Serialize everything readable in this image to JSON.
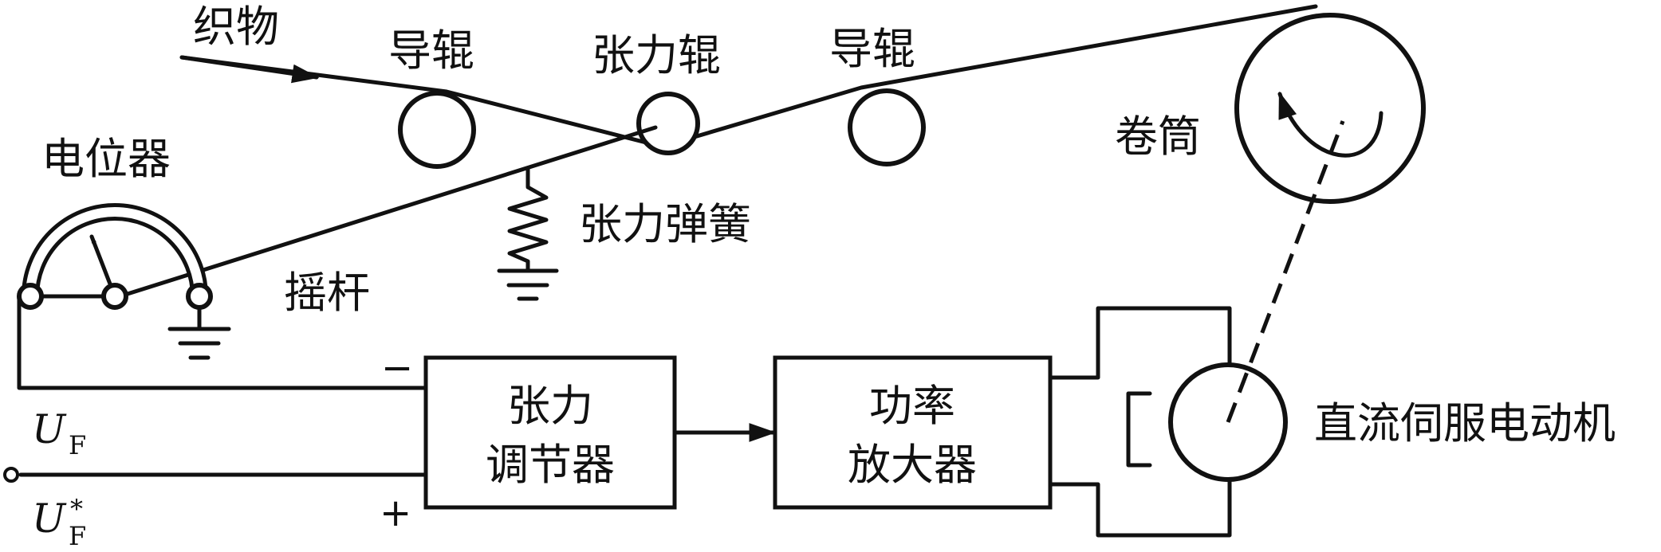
{
  "labels": {
    "fabric": "织物",
    "guide_roll_left": "导辊",
    "tension_roll": "张力辊",
    "guide_roll_right": "导辊",
    "drum": "卷筒",
    "potentiometer": "电位器",
    "tension_spring": "张力弹簧",
    "rocker": "摇杆",
    "motor": "直流伺服电动机"
  },
  "blocks": {
    "regulator_line1": "张力",
    "regulator_line2": "调节器",
    "amplifier_line1": "功率",
    "amplifier_line2": "放大器"
  },
  "signals": {
    "feedback_symbol": "U",
    "feedback_sub": "F",
    "reference_symbol": "U",
    "reference_sub": "F",
    "reference_star": "*",
    "minus": "−",
    "plus": "+"
  }
}
